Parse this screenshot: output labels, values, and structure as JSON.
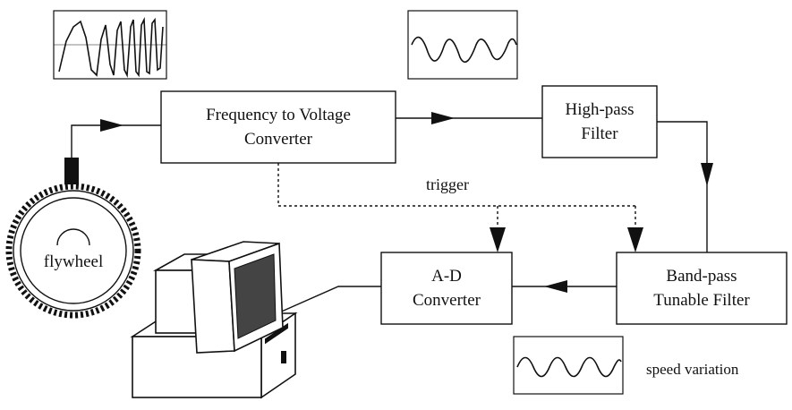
{
  "blocks": {
    "f2v": {
      "line1": "Frequency to Voltage",
      "line2": "Converter"
    },
    "highpass": {
      "line1": "High-pass",
      "line2": "Filter"
    },
    "bandpass": {
      "line1": "Band-pass",
      "line2": "Tunable Filter"
    },
    "adc": {
      "line1": "A-D",
      "line2": "Converter"
    }
  },
  "labels": {
    "flywheel": "flywheel",
    "trigger": "trigger",
    "speed_variation": "speed variation"
  },
  "icons": {
    "computer": "desktop-computer-icon",
    "flywheel": "toothed-flywheel-icon",
    "sensor": "pickup-sensor-icon"
  }
}
